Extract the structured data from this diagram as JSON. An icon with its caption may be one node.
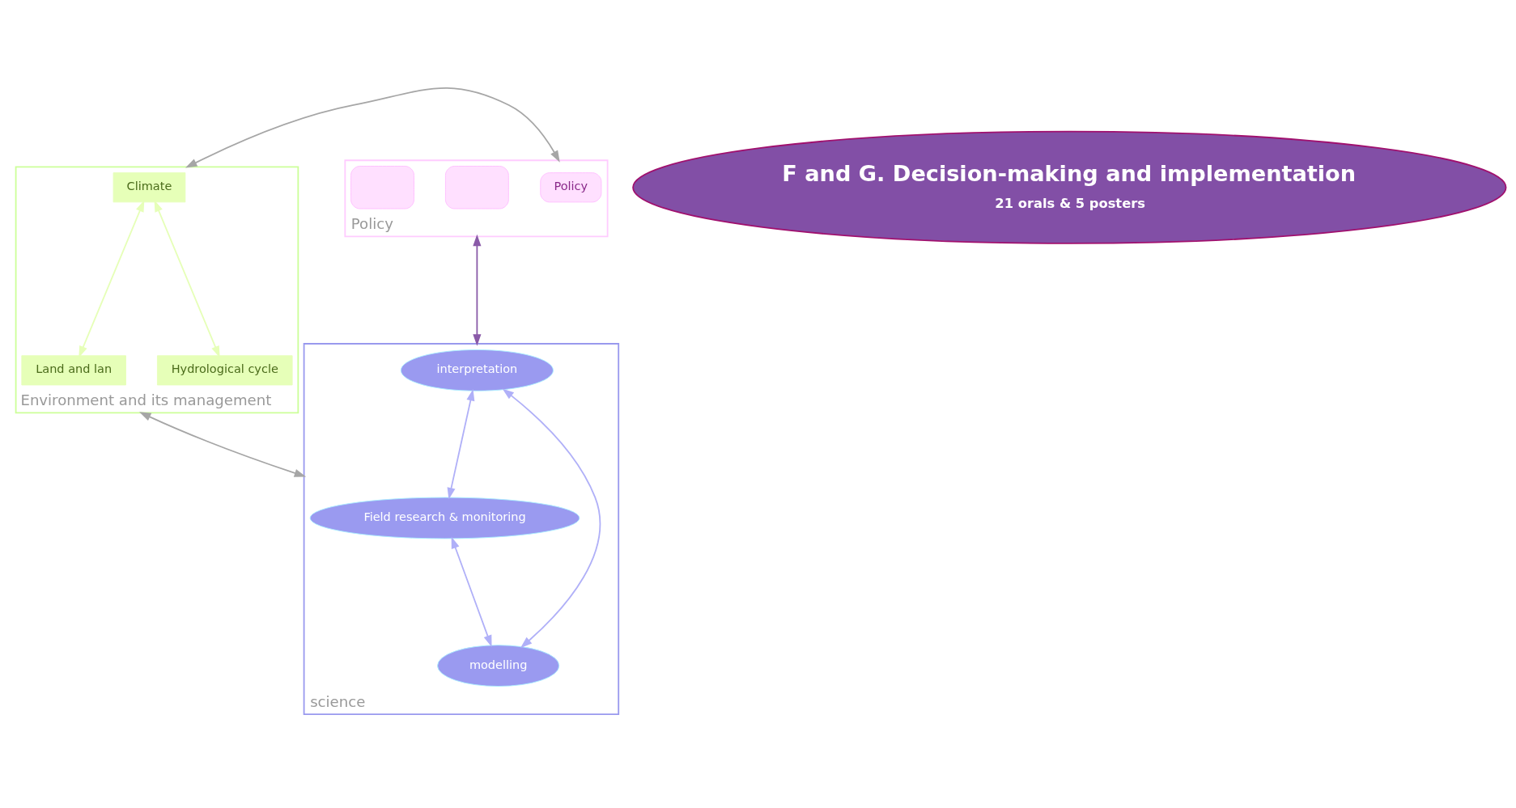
{
  "diagram": {
    "nodes": [
      {
        "text": [
          "Environment and its management"
        ]
      },
      {
        "text": [
          "Climate"
        ],
        "in": 0
      },
      {
        "text": [
          "Land and lan"
        ],
        "in": 0
      },
      {
        "text": [
          "Hydrological cycle"
        ],
        "in": 0
      },
      {
        "text": [
          "Policy"
        ]
      },
      {
        "text": [
          "Policy"
        ],
        "in": 4
      },
      {
        "text": [],
        "shape": "box",
        "in": 4
      },
      {
        "text": [],
        "shape": "box",
        "in": 4
      },
      {
        "text": [
          "science"
        ]
      },
      {
        "text": [
          "interpretation"
        ],
        "in": 8
      },
      {
        "text": [
          "Field research & monitoring"
        ],
        "in": 8
      },
      {
        "text": [
          "modelling"
        ],
        "in": 8
      },
      {
        "text": [
          "F and G. Decision-making and implementation",
          "21 orals & 5 posters"
        ]
      }
    ],
    "edges": [
      {
        "from": 1,
        "to": 2,
        "arrow": "both",
        "color": "#e6ffb8"
      },
      {
        "from": 1,
        "to": 3,
        "arrow": "both",
        "color": "#e6ffb8"
      },
      {
        "from": 0,
        "to": 4,
        "arrow": "both",
        "color": "#a6a6a6"
      },
      {
        "from": 0,
        "to": 8,
        "arrow": "both",
        "color": "#a6a6a6"
      },
      {
        "from": 4,
        "to": 8,
        "arrow": "both",
        "color": "#8a5aa8"
      },
      {
        "from": 9,
        "to": 10,
        "arrow": "both",
        "color": "#b0b0f8"
      },
      {
        "from": 9,
        "to": 11,
        "arrow": "both",
        "color": "#b0b0f8"
      },
      {
        "from": 10,
        "to": 11,
        "arrow": "both",
        "color": "#b0b0f8"
      }
    ]
  }
}
